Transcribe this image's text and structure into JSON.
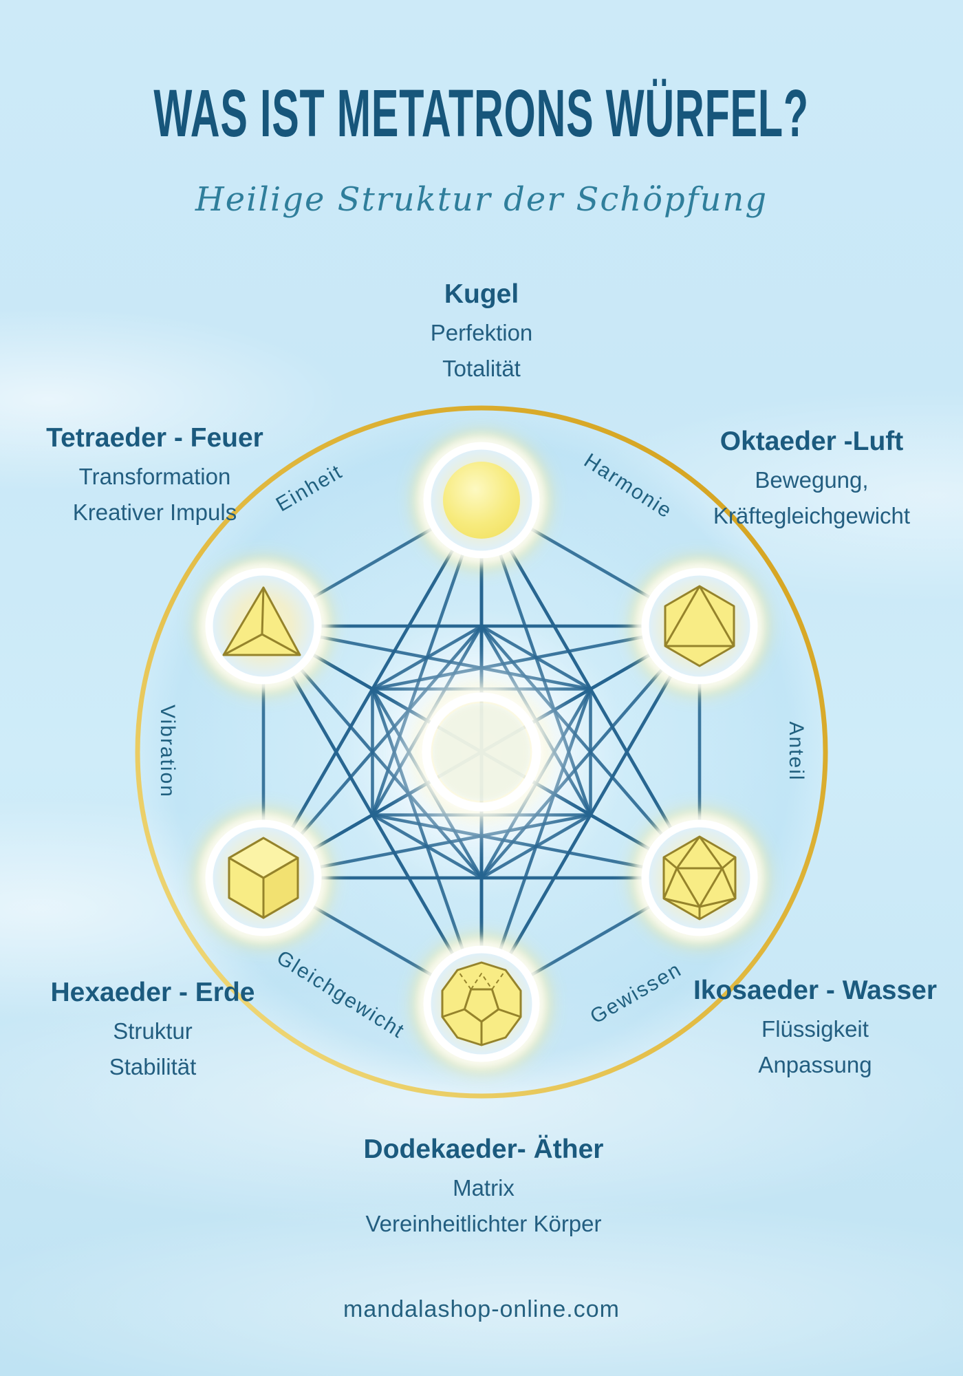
{
  "header": {
    "title": "WAS IST METATRONS WÜRFEL?",
    "subtitle": "Heilige Struktur der Schöpfung"
  },
  "nodes": {
    "kugel": {
      "name": "Kugel",
      "lines": [
        "Perfektion",
        "Totalität"
      ]
    },
    "tetraeder": {
      "name": "Tetraeder - Feuer",
      "lines": [
        "Transformation",
        "Kreativer Impuls"
      ]
    },
    "oktaeder": {
      "name": "Oktaeder -Luft",
      "lines": [
        "Bewegung,",
        "Kräftegleichgewicht"
      ]
    },
    "hexaeder": {
      "name": "Hexaeder - Erde",
      "lines": [
        "Struktur",
        "Stabilität"
      ]
    },
    "ikosaeder": {
      "name": "Ikosaeder - Wasser",
      "lines": [
        "Flüssigkeit",
        "Anpassung"
      ]
    },
    "dodekaeder": {
      "name": "Dodekaeder- Äther",
      "lines": [
        "Matrix",
        "Vereinheitlichter Körper"
      ]
    }
  },
  "ring_words": {
    "top_left": "Einheit",
    "top_right": "Harmonie",
    "left": "Vibration",
    "right": "Anteil",
    "bottom_left": "Gleichgewicht",
    "bottom_right": "Gewissen"
  },
  "footer": {
    "website": "mandalashop-online.com"
  },
  "colors": {
    "heading": "#17567B",
    "body_text": "#235E80",
    "gold_ring": "#D7A421",
    "shape_yellow": "#F7EA82",
    "shape_outline": "#95832B",
    "line_blue": "#25648F",
    "background": "#CBE9F7"
  }
}
